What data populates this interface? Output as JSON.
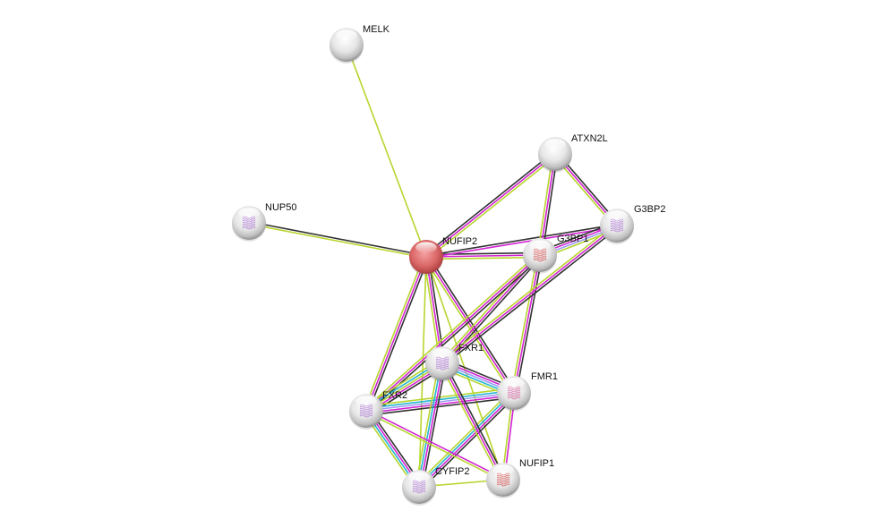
{
  "network": {
    "colors": {
      "query_node": "#e07070",
      "other_node": "#e8e8e8",
      "textmining": "#b8d52f",
      "coexpression": "#333333",
      "experiments": "#d223d2",
      "databases": "#25b6d2",
      "homology": "#9b9bf5"
    },
    "nodes": [
      {
        "id": "MELK",
        "label": "MELK",
        "query": false,
        "structure": "none"
      },
      {
        "id": "ATXN2L",
        "label": "ATXN2L",
        "query": false,
        "structure": "none"
      },
      {
        "id": "NUP50",
        "label": "NUP50",
        "query": false,
        "structure": "purple"
      },
      {
        "id": "G3BP2",
        "label": "G3BP2",
        "query": false,
        "structure": "purple"
      },
      {
        "id": "NUFIP2",
        "label": "NUFIP2",
        "query": true,
        "structure": "none"
      },
      {
        "id": "G3BP1",
        "label": "G3BP1",
        "query": false,
        "structure": "red"
      },
      {
        "id": "FXR1",
        "label": "FXR1",
        "query": false,
        "structure": "purple"
      },
      {
        "id": "FMR1",
        "label": "FMR1",
        "query": false,
        "structure": "pink"
      },
      {
        "id": "FXR2",
        "label": "FXR2",
        "query": false,
        "structure": "purple"
      },
      {
        "id": "NUFIP1",
        "label": "NUFIP1",
        "query": false,
        "structure": "red"
      },
      {
        "id": "CYFIP2",
        "label": "CYFIP2",
        "query": false,
        "structure": "purple"
      }
    ],
    "edges": [
      {
        "a": "MELK",
        "b": "NUFIP2",
        "types": [
          "textmining"
        ]
      },
      {
        "a": "NUP50",
        "b": "NUFIP2",
        "types": [
          "coexpression",
          "textmining"
        ]
      },
      {
        "a": "NUFIP2",
        "b": "ATXN2L",
        "types": [
          "coexpression",
          "experiments",
          "textmining"
        ]
      },
      {
        "a": "NUFIP2",
        "b": "G3BP1",
        "types": [
          "coexpression",
          "experiments",
          "textmining"
        ]
      },
      {
        "a": "NUFIP2",
        "b": "G3BP2",
        "types": [
          "coexpression",
          "experiments"
        ]
      },
      {
        "a": "NUFIP2",
        "b": "FXR1",
        "types": [
          "coexpression",
          "experiments",
          "textmining"
        ]
      },
      {
        "a": "NUFIP2",
        "b": "FMR1",
        "types": [
          "coexpression",
          "experiments",
          "textmining"
        ]
      },
      {
        "a": "NUFIP2",
        "b": "FXR2",
        "types": [
          "coexpression",
          "experiments",
          "textmining"
        ]
      },
      {
        "a": "NUFIP2",
        "b": "CYFIP2",
        "types": [
          "textmining"
        ]
      },
      {
        "a": "NUFIP2",
        "b": "NUFIP1",
        "types": [
          "textmining"
        ]
      },
      {
        "a": "ATXN2L",
        "b": "G3BP1",
        "types": [
          "coexpression",
          "experiments",
          "textmining"
        ]
      },
      {
        "a": "ATXN2L",
        "b": "G3BP2",
        "types": [
          "coexpression",
          "experiments",
          "textmining"
        ]
      },
      {
        "a": "G3BP1",
        "b": "G3BP2",
        "types": [
          "coexpression",
          "experiments",
          "homology",
          "textmining"
        ]
      },
      {
        "a": "G3BP1",
        "b": "FXR1",
        "types": [
          "coexpression",
          "experiments",
          "textmining"
        ]
      },
      {
        "a": "G3BP1",
        "b": "FMR1",
        "types": [
          "coexpression",
          "experiments",
          "textmining"
        ]
      },
      {
        "a": "G3BP1",
        "b": "FXR2",
        "types": [
          "coexpression",
          "experiments",
          "textmining"
        ]
      },
      {
        "a": "G3BP2",
        "b": "FXR1",
        "types": [
          "coexpression",
          "experiments",
          "textmining"
        ]
      },
      {
        "a": "FXR1",
        "b": "FMR1",
        "types": [
          "coexpression",
          "experiments",
          "homology",
          "databases",
          "textmining"
        ]
      },
      {
        "a": "FXR1",
        "b": "FXR2",
        "types": [
          "coexpression",
          "experiments",
          "homology",
          "databases",
          "textmining"
        ]
      },
      {
        "a": "FMR1",
        "b": "FXR2",
        "types": [
          "coexpression",
          "experiments",
          "homology",
          "databases",
          "textmining"
        ]
      },
      {
        "a": "FXR1",
        "b": "CYFIP2",
        "types": [
          "coexpression",
          "experiments",
          "databases",
          "textmining"
        ]
      },
      {
        "a": "FXR2",
        "b": "CYFIP2",
        "types": [
          "coexpression",
          "experiments",
          "databases",
          "textmining"
        ]
      },
      {
        "a": "FMR1",
        "b": "CYFIP2",
        "types": [
          "coexpression",
          "experiments",
          "databases",
          "textmining"
        ]
      },
      {
        "a": "FXR1",
        "b": "NUFIP1",
        "types": [
          "coexpression",
          "experiments",
          "textmining"
        ]
      },
      {
        "a": "FMR1",
        "b": "NUFIP1",
        "types": [
          "experiments",
          "textmining"
        ]
      },
      {
        "a": "FXR2",
        "b": "NUFIP1",
        "types": [
          "experiments",
          "textmining"
        ]
      },
      {
        "a": "CYFIP2",
        "b": "NUFIP1",
        "types": [
          "textmining"
        ]
      },
      {
        "a": "FXR2",
        "b": "FXR1",
        "types": [
          "textmining"
        ]
      }
    ]
  }
}
